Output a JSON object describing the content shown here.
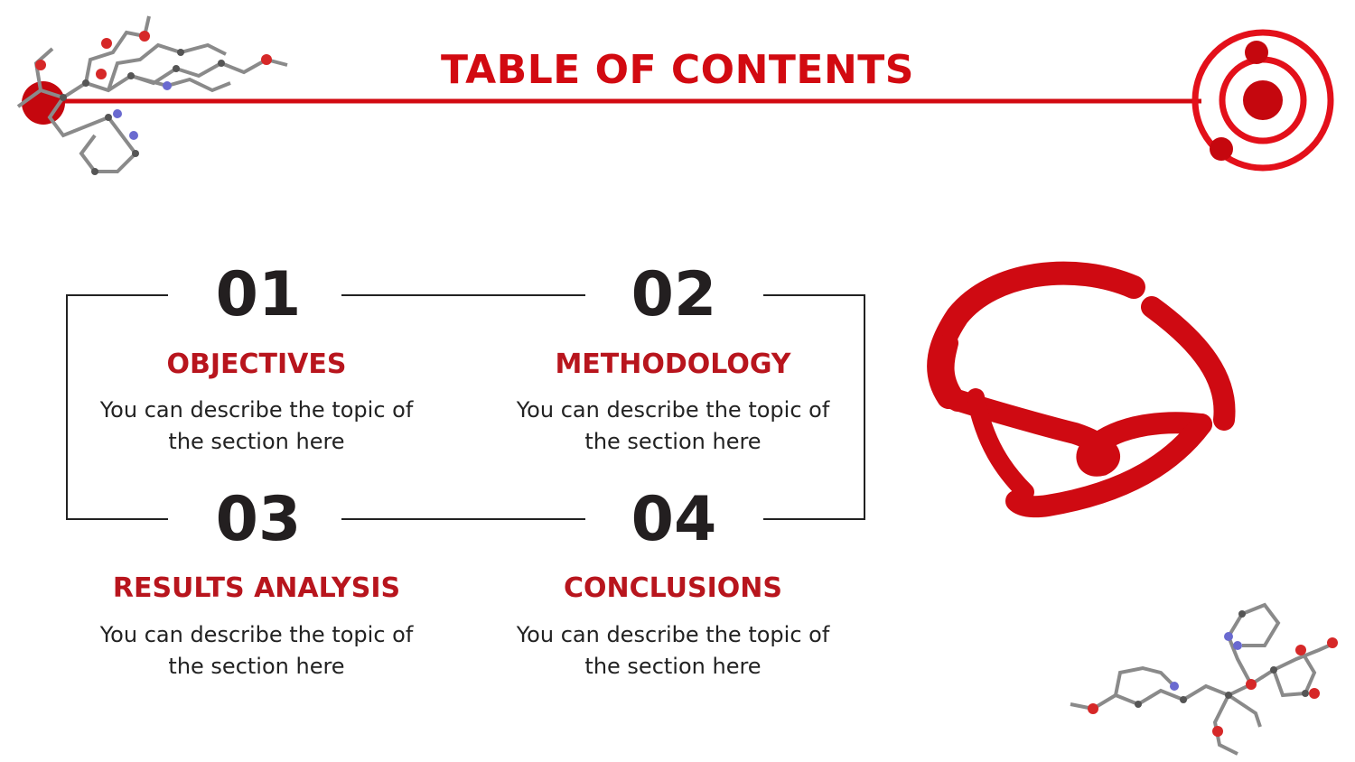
{
  "slide": {
    "title": "TABLE OF CONTENTS"
  },
  "sections": [
    {
      "number": "01",
      "title": "OBJECTIVES",
      "description_line1": "You can describe the topic of",
      "description_line2": "the section here"
    },
    {
      "number": "02",
      "title": "METHODOLOGY",
      "description_line1": "You can describe the topic of",
      "description_line2": "the section here"
    },
    {
      "number": "03",
      "title": "RESULTS ANALYSIS",
      "description_line1": "You can describe the topic of",
      "description_line2": "the section here"
    },
    {
      "number": "04",
      "title": "CONCLUSIONS",
      "description_line1": "You can describe the topic of",
      "description_line2": "the section here"
    }
  ],
  "colors": {
    "accent_red": "#d20a11",
    "section_title_red": "#b8151d",
    "number_dark": "#231f20",
    "frame_line": "#222222",
    "background": "#ffffff"
  },
  "icons": [
    "molecule-icon",
    "target-orbit-icon",
    "red-ring-swirl-icon"
  ]
}
